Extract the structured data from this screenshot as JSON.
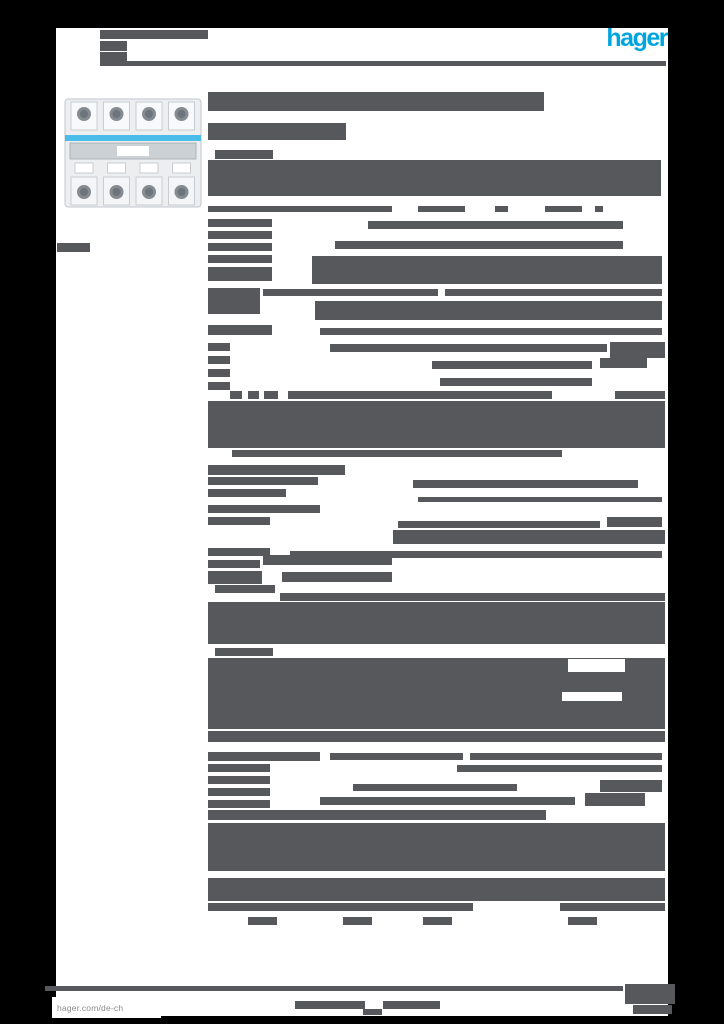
{
  "page": {
    "colors": {
      "background": "#000000",
      "paper": "#ffffff",
      "bar": "#57585c",
      "accent": "#00a5e0",
      "footer_text": "#8a8a8a",
      "product_stripe": "#4bbde8"
    }
  },
  "header": {
    "logo_text": "hager"
  },
  "footer": {
    "link": "hager.com/de-ch"
  },
  "product_image": {
    "semantic": "circuit-breaker-photo",
    "description": "4-pole miniature circuit breaker, white body with blue stripe"
  },
  "redactions": {
    "bars": [
      [
        100,
        30,
        108,
        9
      ],
      [
        100,
        41,
        27,
        10
      ],
      [
        100,
        52,
        27,
        10
      ],
      [
        100,
        61,
        566,
        5
      ],
      [
        57,
        243,
        33,
        9
      ],
      [
        208,
        92,
        336,
        19
      ],
      [
        208,
        123,
        138,
        17
      ],
      [
        215,
        150,
        58,
        9
      ],
      [
        208,
        160,
        453,
        36
      ],
      [
        208,
        206,
        184,
        6
      ],
      [
        418,
        206,
        47,
        6
      ],
      [
        495,
        206,
        13,
        6
      ],
      [
        545,
        206,
        37,
        6
      ],
      [
        595,
        206,
        8,
        6
      ],
      [
        208,
        219,
        64,
        8
      ],
      [
        368,
        221,
        255,
        8
      ],
      [
        208,
        231,
        64,
        8
      ],
      [
        335,
        241,
        288,
        8
      ],
      [
        208,
        243,
        64,
        8
      ],
      [
        312,
        256,
        350,
        28
      ],
      [
        208,
        255,
        64,
        8
      ],
      [
        208,
        267,
        64,
        14
      ],
      [
        208,
        288,
        52,
        26
      ],
      [
        263,
        289,
        175,
        7
      ],
      [
        445,
        289,
        217,
        7
      ],
      [
        315,
        301,
        347,
        19
      ],
      [
        208,
        325,
        64,
        10
      ],
      [
        320,
        328,
        342,
        7
      ],
      [
        208,
        343,
        22,
        8
      ],
      [
        330,
        344,
        277,
        8
      ],
      [
        610,
        342,
        55,
        16
      ],
      [
        208,
        356,
        22,
        8
      ],
      [
        432,
        361,
        160,
        8
      ],
      [
        600,
        358,
        47,
        10
      ],
      [
        208,
        369,
        22,
        8
      ],
      [
        440,
        378,
        152,
        8
      ],
      [
        208,
        382,
        22,
        8
      ],
      [
        230,
        391,
        12,
        8
      ],
      [
        248,
        391,
        11,
        8
      ],
      [
        264,
        391,
        14,
        8
      ],
      [
        288,
        391,
        264,
        8
      ],
      [
        615,
        391,
        50,
        8
      ],
      [
        208,
        401,
        457,
        47
      ],
      [
        232,
        450,
        330,
        7
      ],
      [
        208,
        465,
        137,
        10
      ],
      [
        208,
        477,
        110,
        8
      ],
      [
        413,
        480,
        225,
        8
      ],
      [
        208,
        489,
        78,
        8
      ],
      [
        418,
        497,
        244,
        5
      ],
      [
        208,
        505,
        112,
        8
      ],
      [
        208,
        517,
        62,
        8
      ],
      [
        398,
        521,
        202,
        7
      ],
      [
        607,
        517,
        55,
        10
      ],
      [
        393,
        530,
        272,
        14
      ],
      [
        208,
        548,
        62,
        8
      ],
      [
        290,
        551,
        372,
        7
      ],
      [
        208,
        560,
        52,
        8
      ],
      [
        263,
        555,
        129,
        10
      ],
      [
        208,
        571,
        54,
        13
      ],
      [
        282,
        572,
        110,
        10
      ],
      [
        215,
        585,
        60,
        8
      ],
      [
        280,
        593,
        385,
        8
      ],
      [
        208,
        602,
        457,
        42
      ],
      [
        215,
        648,
        58,
        8
      ],
      [
        208,
        658,
        457,
        71
      ],
      [
        208,
        731,
        457,
        11
      ],
      [
        208,
        752,
        112,
        9
      ],
      [
        330,
        753,
        133,
        7
      ],
      [
        470,
        753,
        192,
        7
      ],
      [
        208,
        764,
        62,
        8
      ],
      [
        457,
        765,
        205,
        7
      ],
      [
        208,
        776,
        62,
        8
      ],
      [
        353,
        784,
        164,
        7
      ],
      [
        600,
        780,
        62,
        12
      ],
      [
        208,
        788,
        62,
        8
      ],
      [
        320,
        797,
        255,
        8
      ],
      [
        585,
        793,
        60,
        13
      ],
      [
        208,
        800,
        62,
        8
      ],
      [
        208,
        810,
        338,
        10
      ],
      [
        208,
        823,
        457,
        48
      ],
      [
        208,
        878,
        457,
        23
      ],
      [
        208,
        903,
        265,
        8
      ],
      [
        560,
        903,
        105,
        8
      ],
      [
        248,
        917,
        29,
        8
      ],
      [
        343,
        917,
        29,
        8
      ],
      [
        423,
        917,
        29,
        8
      ],
      [
        568,
        917,
        29,
        8
      ],
      [
        45,
        986,
        578,
        5
      ],
      [
        625,
        984,
        50,
        20
      ],
      [
        633,
        1005,
        39,
        9
      ],
      [
        295,
        1001,
        70,
        8
      ],
      [
        383,
        1001,
        57,
        8
      ],
      [
        363,
        1009,
        19,
        6
      ]
    ],
    "gaps": [
      [
        568,
        659,
        57,
        13
      ],
      [
        562,
        692,
        60,
        9
      ],
      [
        336,
        871,
        330,
        7
      ]
    ]
  }
}
